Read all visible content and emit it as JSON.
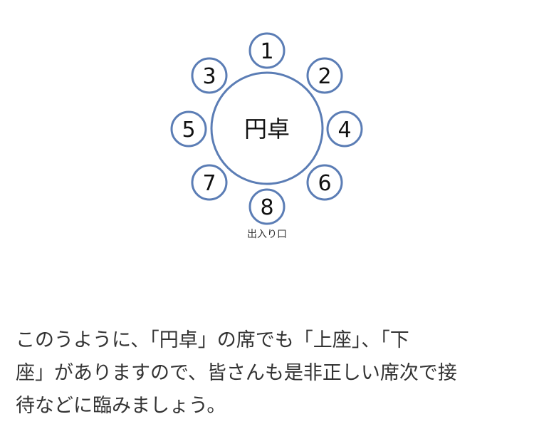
{
  "diagram": {
    "table_label": "円卓",
    "entrance_label": "出入り口",
    "stroke_color": "#5b7db5",
    "seats": [
      "1",
      "2",
      "3",
      "4",
      "5",
      "6",
      "7",
      "8"
    ]
  },
  "paragraph": {
    "lines": [
      "このうように、「円卓」の席でも「上座」、「下",
      "座」がありますので、皆さんも是非正しい席次で接",
      "待などに臨みましょう。"
    ]
  }
}
